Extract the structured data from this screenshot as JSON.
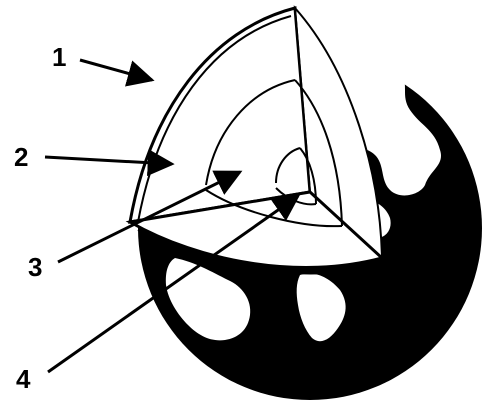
{
  "labels": {
    "crust": "1",
    "mantle": "2",
    "outer_core": "3",
    "inner_core": "4"
  },
  "colors": {
    "ink": "#000000",
    "paper": "#ffffff"
  }
}
